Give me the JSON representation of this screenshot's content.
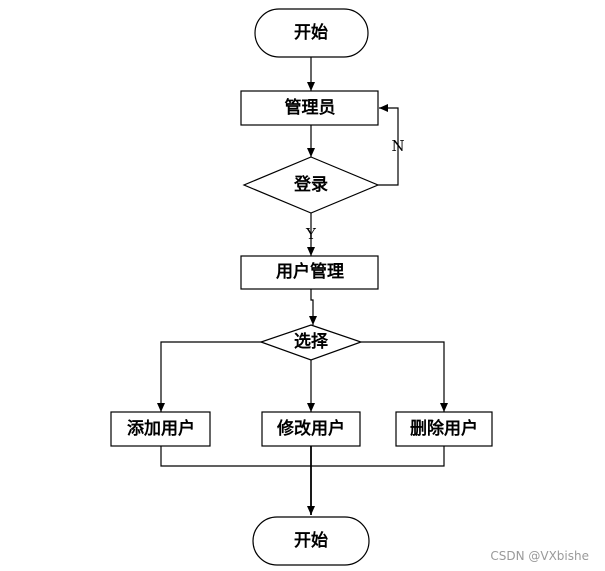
{
  "nodes": {
    "start": "开始",
    "admin": "管理员",
    "login": "登录",
    "user_mgmt": "用户管理",
    "choose": "选择",
    "add_user": "添加用户",
    "edit_user": "修改用户",
    "delete_user": "删除用户",
    "end": "开始"
  },
  "edge_labels": {
    "no": "N",
    "yes": "Y"
  },
  "watermark": "CSDN @VXbishe"
}
